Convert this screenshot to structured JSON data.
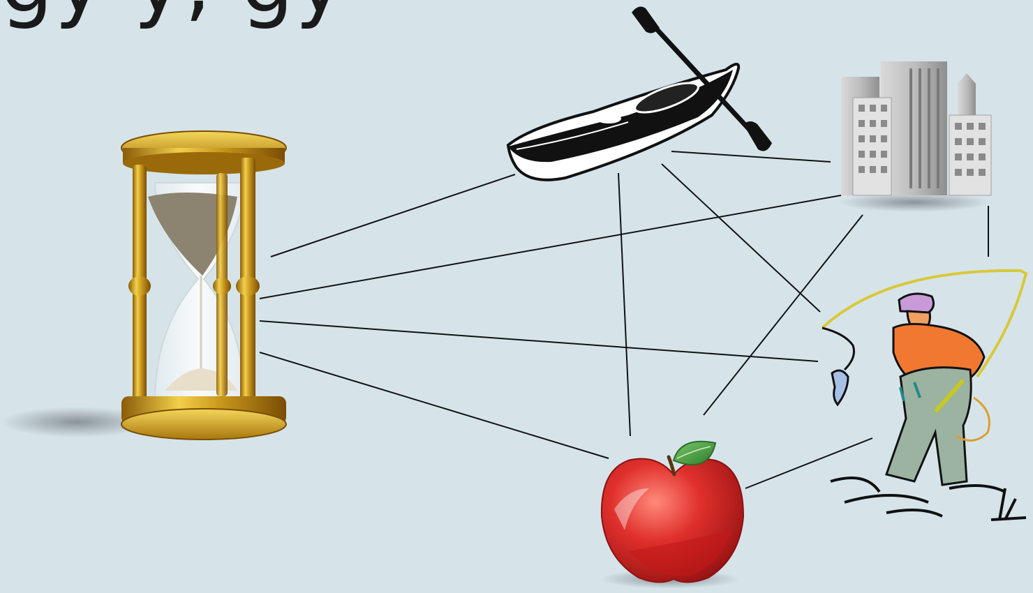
{
  "colors": {
    "background": "#d6e4ea",
    "connector": "#111111",
    "hourglass_gold": "#c9981c",
    "apple_red": "#d8282a",
    "apple_leaf": "#3f9a3a",
    "fisherman_shirt": "#f07830",
    "fisherman_hat": "#c89ad8",
    "building_gray": "#a9a9a9"
  },
  "nodes": [
    {
      "id": "hourglass",
      "icon": "hourglass-icon"
    },
    {
      "id": "kayak",
      "icon": "kayak-icon"
    },
    {
      "id": "buildings",
      "icon": "city-buildings-icon"
    },
    {
      "id": "fisherman",
      "icon": "fisherman-icon"
    },
    {
      "id": "apple",
      "icon": "apple-icon"
    }
  ],
  "edges": [
    [
      "hourglass",
      "kayak"
    ],
    [
      "hourglass",
      "buildings"
    ],
    [
      "hourglass",
      "fisherman"
    ],
    [
      "hourglass",
      "apple"
    ],
    [
      "kayak",
      "buildings"
    ],
    [
      "kayak",
      "fisherman"
    ],
    [
      "kayak",
      "apple"
    ],
    [
      "buildings",
      "fisherman"
    ],
    [
      "buildings",
      "apple"
    ],
    [
      "apple",
      "fisherman"
    ]
  ]
}
